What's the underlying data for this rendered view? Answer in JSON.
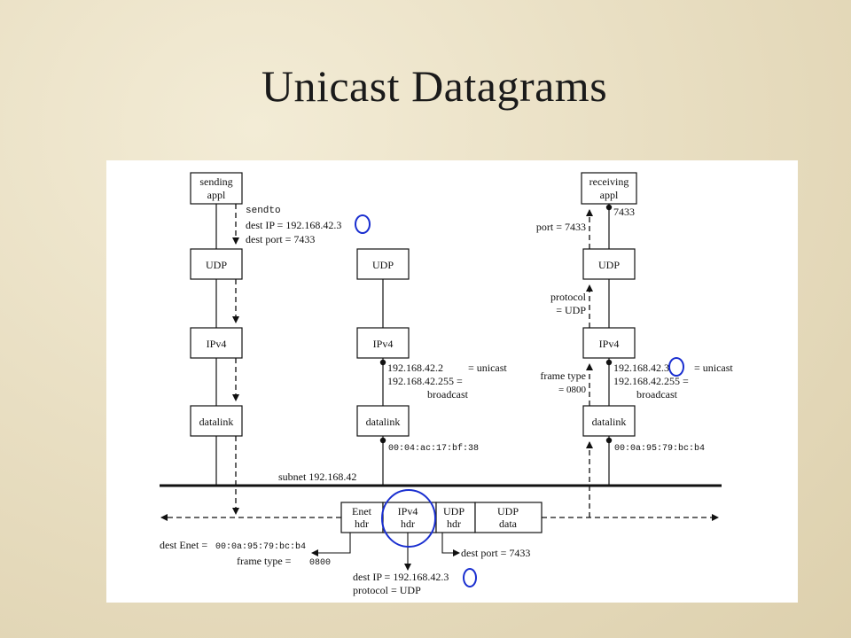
{
  "slide": {
    "title": "Unicast Datagrams"
  },
  "diagram": {
    "nodes": {
      "sending_appl": [
        "sending",
        "appl"
      ],
      "receiving_appl": [
        "receiving",
        "appl"
      ],
      "udp": "UDP",
      "ipv4": "IPv4",
      "datalink": "datalink"
    },
    "sender_annotations": {
      "sendto": "sendto",
      "dest_ip": "dest IP = 192.168.42.3",
      "dest_port": "dest port = 7433"
    },
    "middle_host": {
      "ip_unicast": "192.168.42.2",
      "unicast_label": "= unicast",
      "ip_broadcast": "192.168.42.255 =",
      "broadcast_label": "broadcast",
      "mac": "00:04:ac:17:bf:38"
    },
    "receiver_host": {
      "port_label": "port = 7433",
      "port_num": "7433",
      "protocol_label": "protocol",
      "protocol_value": "= UDP",
      "frame_type_label": "frame type",
      "frame_type_value": "= 0800",
      "ip_unicast": "192.168.42.3",
      "unicast_label": "= unicast",
      "ip_broadcast": "192.168.42.255 =",
      "broadcast_label": "broadcast",
      "mac": "00:0a:95:79:bc:b4"
    },
    "subnet_label": "subnet 192.168.42",
    "frame_fields": [
      [
        "Enet",
        "hdr"
      ],
      [
        "IPv4",
        "hdr"
      ],
      [
        "UDP",
        "hdr"
      ],
      [
        "UDP",
        "data"
      ]
    ],
    "frame_annotations": {
      "dest_enet_label": "dest Enet = ",
      "dest_enet_value": "00:0a:95:79:bc:b4",
      "frame_type_label": "frame type = ",
      "frame_type_value": "0800",
      "dest_port": "dest port = 7433",
      "dest_ip": "dest IP = 192.168.42.3",
      "protocol": "protocol = UDP"
    },
    "highlight_color": "#1a2fd0"
  }
}
